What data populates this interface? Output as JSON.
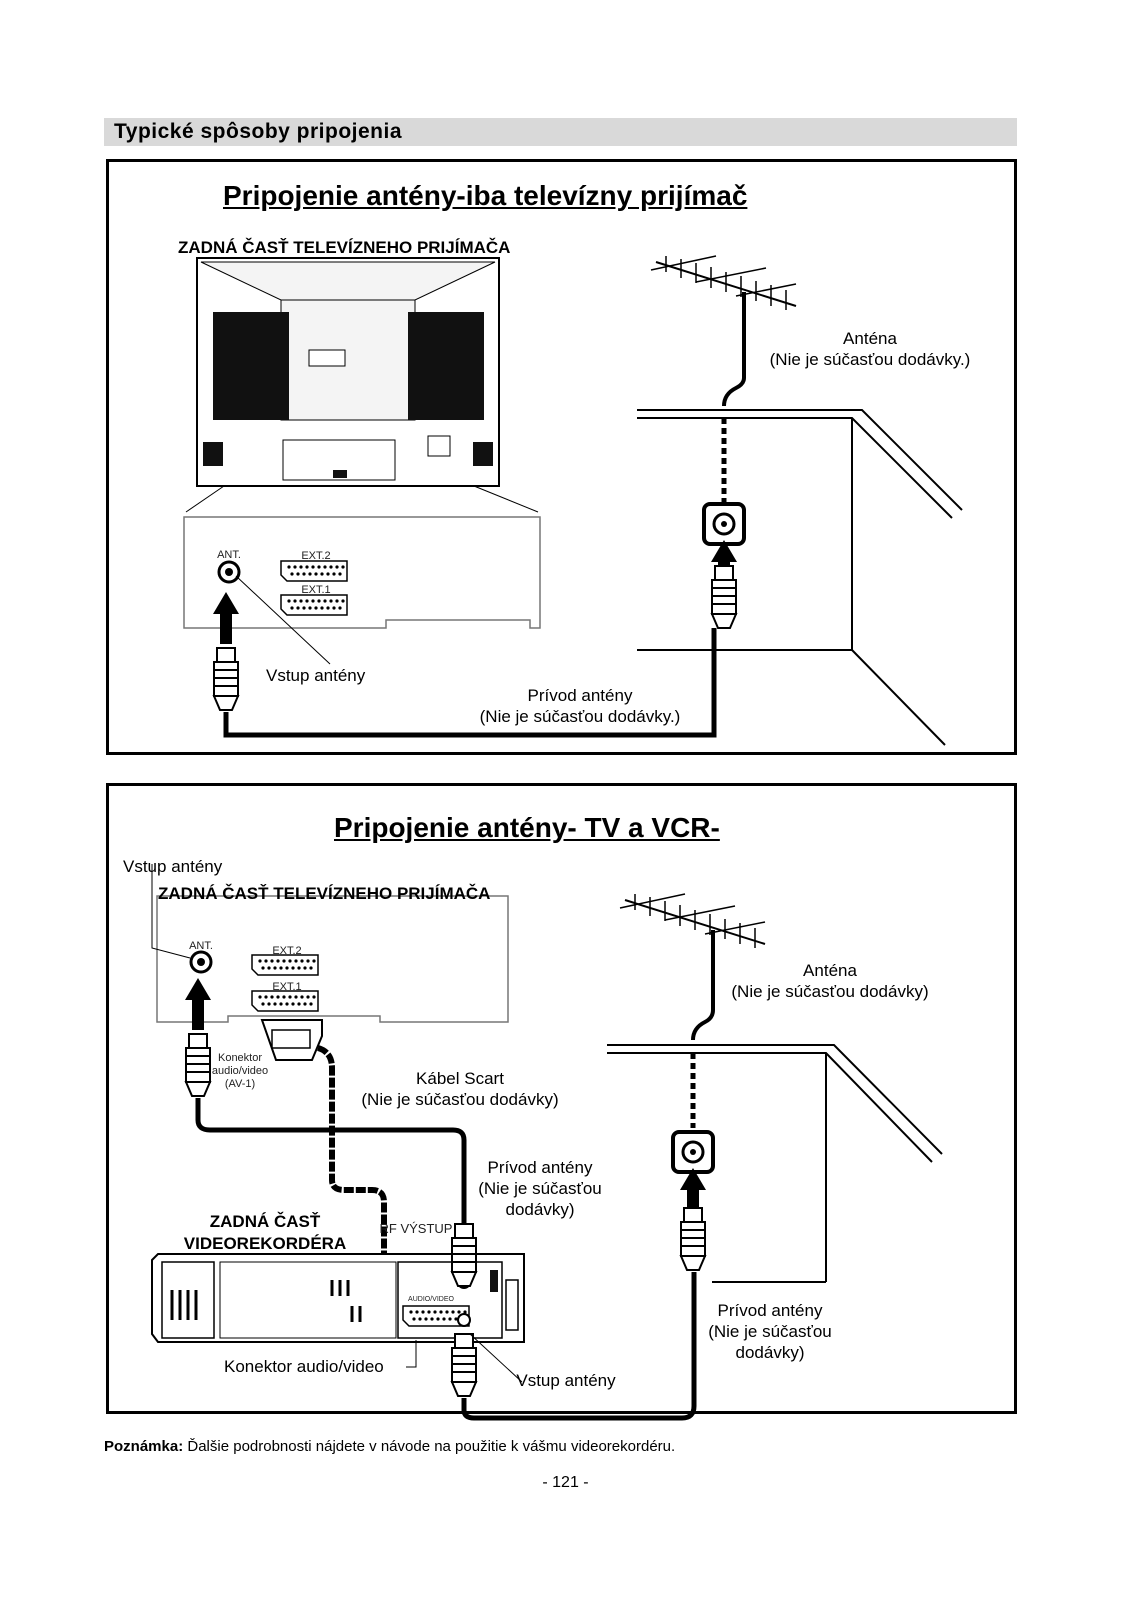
{
  "section_title": "Typické spôsoby pripojenia",
  "panel1": {
    "title": "Pripojenie antény-iba televízny  prijímač",
    "tv_rear_heading": "ZADNÁ ČASŤ TELEVÍZNEHO PRIJÍMAČA",
    "antenna_label": "Anténa",
    "antenna_note": "(Nie je súčasťou dodávky.)",
    "ant_port": "ANT.",
    "ext2": "EXT.2",
    "ext1": "EXT.1",
    "antenna_input": "Vstup antény",
    "antenna_lead": "Prívod antény",
    "antenna_lead_note": "(Nie je súčasťou dodávky.)"
  },
  "panel2": {
    "title": "Pripojenie antény- TV a VCR-",
    "antenna_input_top": "Vstup antény",
    "tv_rear_heading": "ZADNÁ ČASŤ TELEVÍZNEHO PRIJÍMAČA",
    "ant_port": "ANT.",
    "ext2": "EXT.2",
    "ext1": "EXT.1",
    "av_connector_line1": "Konektor",
    "av_connector_line2": "audio/video",
    "av_connector_line3": "(AV-1)",
    "scart_cable": "Kábel Scart",
    "scart_cable_note": "(Nie je súčasťou dodávky)",
    "antenna_label": "Anténa",
    "antenna_note": "(Nie je súčasťou dodávky)",
    "lead_middle_line1": "Prívod antény",
    "lead_middle_line2": "(Nie je súčasťou",
    "lead_middle_line3": "dodávky)",
    "vcr_rear_line1": "ZADNÁ ČASŤ",
    "vcr_rear_line2": "VIDEOREKORDÉRA",
    "rf_output": "RF VÝSTUP",
    "audio_video_port": "AUDIO/VIDEO",
    "vcr_av_connector": "Konektor audio/video",
    "vcr_antenna_input": "Vstup antény",
    "lead_right_line1": "Prívod antény",
    "lead_right_line2": "(Nie je súčasťou",
    "lead_right_line3": "dodávky)"
  },
  "note": {
    "label": "Poznámka:",
    "text": " Ďalšie podrobnosti nájdete v návode na použitie k vášmu videorekordéru."
  },
  "page_number": "- 121 -"
}
